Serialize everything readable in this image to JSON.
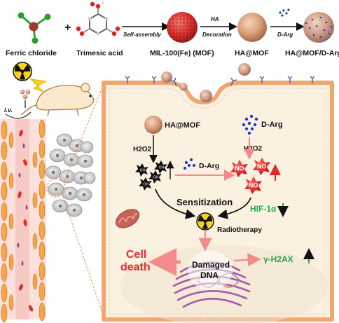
{
  "synthesis": {
    "reagent1": "Ferric chloride",
    "reagent2": "Trimesic acid",
    "plus": "+",
    "step1_arrow": "Self-assembly",
    "mof": "MIL-100(Fe) (MOF)",
    "step2_arrow_top": "HA",
    "step2_arrow_bottom": "Decoration",
    "ha_mof": "HA@MOF",
    "step3_arrow": "D-Arg",
    "final": "HA@MOF/D-Arg"
  },
  "injection": "i.v.",
  "cell": {
    "ha_mof": "HA@MOF",
    "darg": "D-Arg",
    "h2o2_left": "H2O2",
    "h2o2_right": "H2O2",
    "darg_mid": "D-Arg",
    "oh": "·OH",
    "no": "NO",
    "sensitization": "Sensitization",
    "hif": "HIF-1α",
    "radiotherapy": "Radiotherapy",
    "dna_line1": "Damaged",
    "dna_line2": "DNA",
    "cell_death_line1": "Cell",
    "cell_death_line2": "death",
    "h2ax": "γ-H2AX"
  },
  "colors": {
    "red": "#e8262b",
    "green": "#2aa44a",
    "membrane": "#f3a56d",
    "cytoplasm": "#fbf1e1",
    "nucleus": "#efe3d0",
    "golgi": "#a55aa6"
  }
}
